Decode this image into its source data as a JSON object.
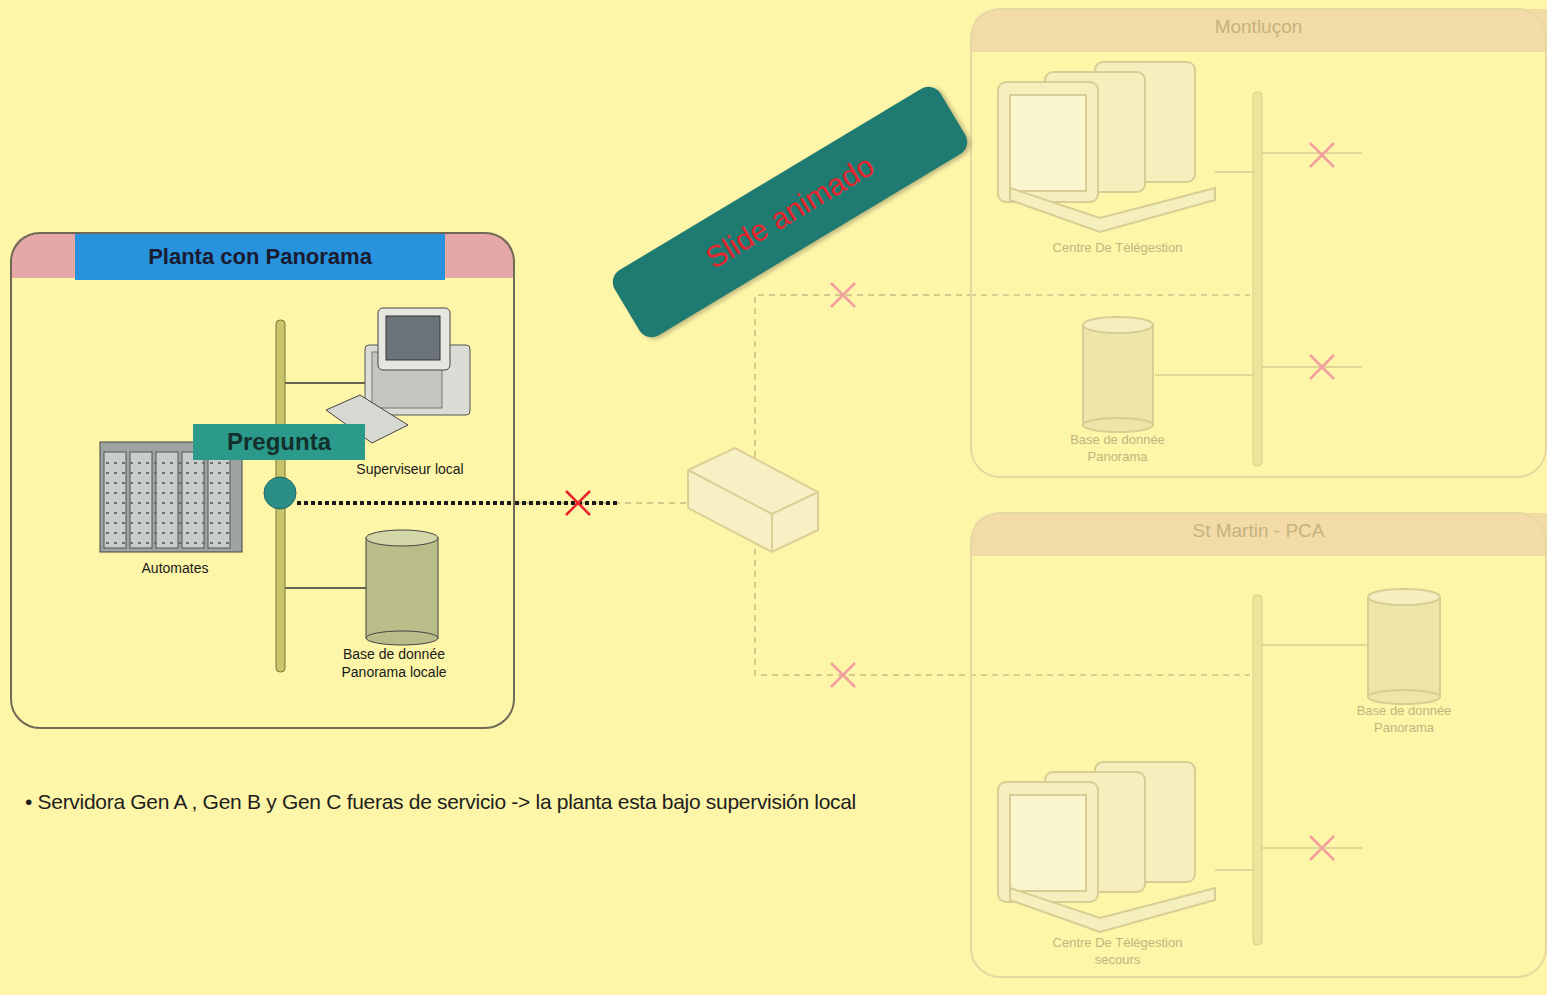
{
  "diagram": {
    "nodes": [
      {
        "text": [
          "Planta con Panorama"
        ]
      },
      {
        "text": [
          "Superviseur local"
        ],
        "in": 0
      },
      {
        "text": [
          "Automates"
        ],
        "in": 0
      },
      {
        "text": [
          "Base de donnée Panorama locale"
        ],
        "in": 0
      },
      {
        "text": [
          "Pregunta"
        ],
        "in": 0
      },
      {
        "text": [
          "Montluçon"
        ]
      },
      {
        "text": [
          "Centre De Télégestion"
        ],
        "in": 5
      },
      {
        "text": [
          "Base de donnée Panorama"
        ],
        "in": 5
      },
      {
        "text": [
          "St Martin - PCA"
        ]
      },
      {
        "text": [
          "Base de donnée Panorama"
        ],
        "in": 8
      },
      {
        "text": [
          "Centre De Télégestion secours"
        ],
        "in": 8
      },
      {
        "text": [
          "Slide animado"
        ]
      }
    ],
    "edges": [
      {
        "from": 0,
        "to": 5,
        "arrow": "none"
      },
      {
        "from": 0,
        "to": 8,
        "arrow": "none"
      }
    ],
    "labels": [
      "• Servidora Gen A , Gen B y Gen C fueras de servicio -> la planta esta bajo supervisión local"
    ]
  }
}
